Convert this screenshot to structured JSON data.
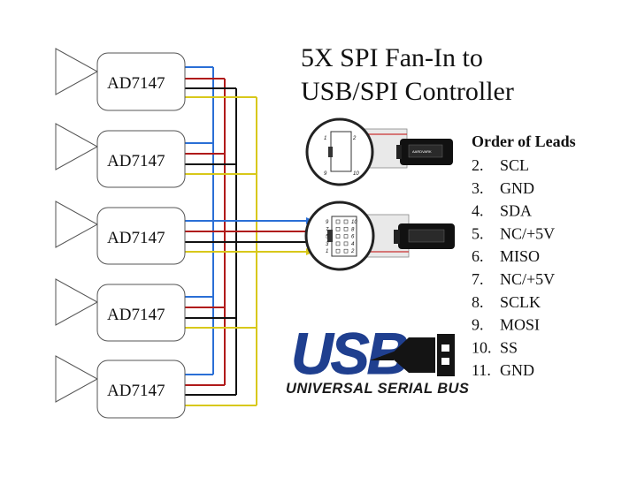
{
  "title": {
    "line1": "5X SPI Fan-In to",
    "line2": "USB/SPI Controller"
  },
  "chips": [
    {
      "label": "AD7147"
    },
    {
      "label": "AD7147"
    },
    {
      "label": "AD7147"
    },
    {
      "label": "AD7147"
    },
    {
      "label": "AD7147"
    }
  ],
  "leads": {
    "heading": "Order of Leads",
    "items": [
      {
        "num": "2.",
        "name": "SCL"
      },
      {
        "num": "3.",
        "name": "GND"
      },
      {
        "num": "4.",
        "name": "SDA"
      },
      {
        "num": "5.",
        "name": "NC/+5V"
      },
      {
        "num": "6.",
        "name": "MISO"
      },
      {
        "num": "7.",
        "name": "NC/+5V"
      },
      {
        "num": "8.",
        "name": "SCLK"
      },
      {
        "num": "9.",
        "name": "MOSI"
      },
      {
        "num": "10.",
        "name": "SS"
      },
      {
        "num": "11.",
        "name": "GND"
      }
    ]
  },
  "connector_top": {
    "pin_tl": "1",
    "pin_tr": "2",
    "pin_bl": "9",
    "pin_br": "10"
  },
  "connector_bottom": {
    "left_pins": [
      "9",
      "7",
      "5",
      "3",
      "1"
    ],
    "right_pins": [
      "10",
      "8",
      "6",
      "4",
      "2"
    ]
  },
  "dongle_top_label": "AARDVARK",
  "logo": {
    "text": "USB",
    "subtitle": "UNIVERSAL SERIAL BUS"
  },
  "wire_colors": {
    "blue": "#2a6fd6",
    "red": "#b01a1a",
    "black": "#111111",
    "yellow": "#d8c81a"
  },
  "logo_colors": {
    "blue": "#1f3f8f",
    "dark": "#141414"
  }
}
